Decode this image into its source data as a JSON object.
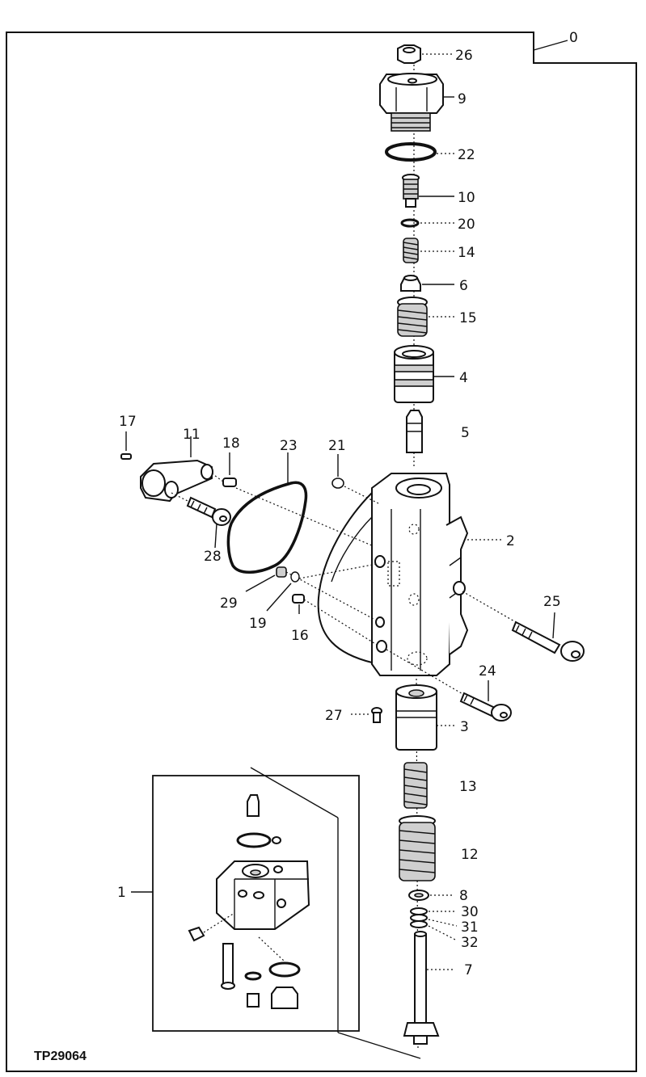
{
  "drawing": {
    "code": "TP29064",
    "assembly_ref": "0"
  },
  "callouts": [
    {
      "id": "c26",
      "label": "26"
    },
    {
      "id": "c9",
      "label": "9"
    },
    {
      "id": "c22",
      "label": "22"
    },
    {
      "id": "c10",
      "label": "10"
    },
    {
      "id": "c20",
      "label": "20"
    },
    {
      "id": "c14",
      "label": "14"
    },
    {
      "id": "c6",
      "label": "6"
    },
    {
      "id": "c15",
      "label": "15"
    },
    {
      "id": "c4",
      "label": "4"
    },
    {
      "id": "c5",
      "label": "5"
    },
    {
      "id": "c2",
      "label": "2"
    },
    {
      "id": "c25",
      "label": "25"
    },
    {
      "id": "c24",
      "label": "24"
    },
    {
      "id": "c3",
      "label": "3"
    },
    {
      "id": "c27",
      "label": "27"
    },
    {
      "id": "c13",
      "label": "13"
    },
    {
      "id": "c12",
      "label": "12"
    },
    {
      "id": "c8",
      "label": "8"
    },
    {
      "id": "c30",
      "label": "30"
    },
    {
      "id": "c31",
      "label": "31"
    },
    {
      "id": "c32",
      "label": "32"
    },
    {
      "id": "c7",
      "label": "7"
    },
    {
      "id": "c1",
      "label": "1"
    },
    {
      "id": "c17",
      "label": "17"
    },
    {
      "id": "c11",
      "label": "11"
    },
    {
      "id": "c18",
      "label": "18"
    },
    {
      "id": "c23",
      "label": "23"
    },
    {
      "id": "c21",
      "label": "21"
    },
    {
      "id": "c28",
      "label": "28"
    },
    {
      "id": "c29",
      "label": "29"
    },
    {
      "id": "c19",
      "label": "19"
    },
    {
      "id": "c16",
      "label": "16"
    }
  ]
}
